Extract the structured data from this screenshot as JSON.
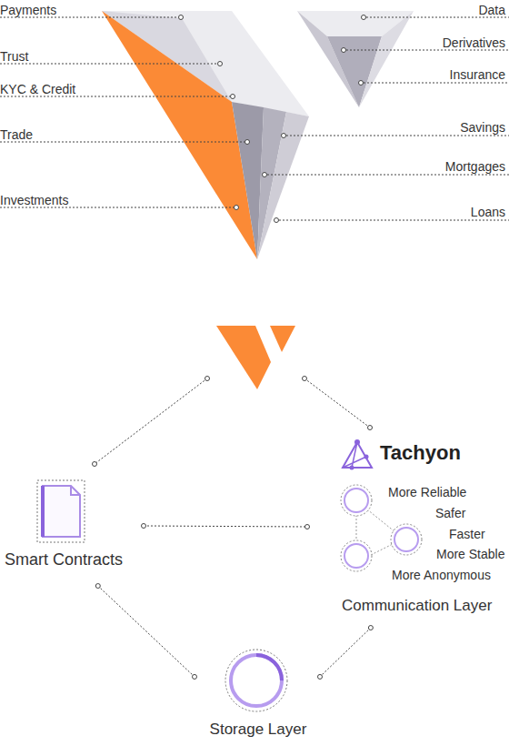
{
  "diagram": {
    "nodes": [
      {
        "text": [
          "Smart Contracts"
        ]
      },
      {
        "text": [
          "Tachyon",
          "More Reliable",
          "Safer",
          "Faster",
          "More Stable",
          "More Anonymous",
          "Communication Layer"
        ]
      },
      {
        "text": [
          "Storage Layer"
        ]
      }
    ],
    "edges": [
      {
        "from": 0,
        "to": 1,
        "arrow": "none"
      },
      {
        "from": 0,
        "to": 2,
        "arrow": "none"
      },
      {
        "from": 1,
        "to": 2,
        "arrow": "none"
      }
    ],
    "labels": [
      "Payments",
      "Trust",
      "KYC & Credit",
      "Trade",
      "Investments",
      "Data",
      "Derivatives",
      "Insurance",
      "Savings",
      "Mortgages",
      "Loans"
    ]
  }
}
